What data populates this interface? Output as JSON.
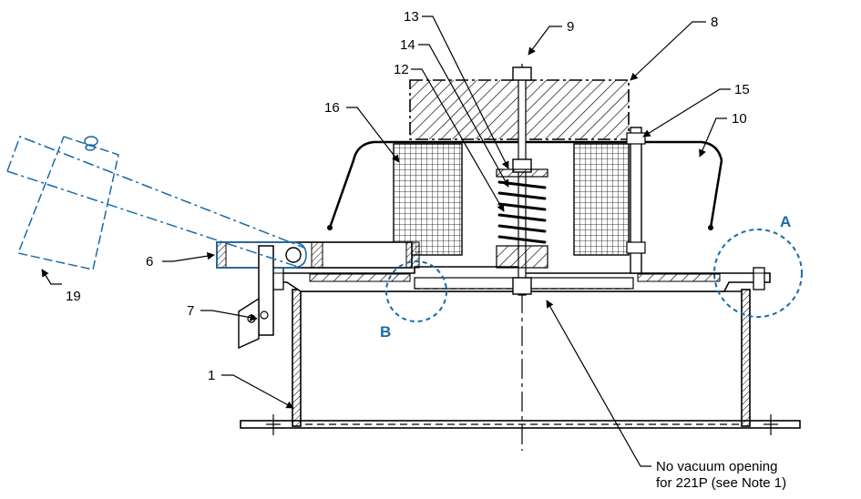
{
  "callouts": {
    "c1": "1",
    "c6": "6",
    "c7": "7",
    "c8": "8",
    "c9": "9",
    "c10": "10",
    "c12": "12",
    "c13": "13",
    "c14": "14",
    "c15": "15",
    "c16": "16",
    "c19": "19"
  },
  "details": {
    "a": "A",
    "b": "B"
  },
  "note": {
    "line1": "No vacuum opening",
    "line2": "for 221P (see Note 1)"
  },
  "colors": {
    "line": "#000000",
    "detail_blue": "#1a6aa6"
  }
}
